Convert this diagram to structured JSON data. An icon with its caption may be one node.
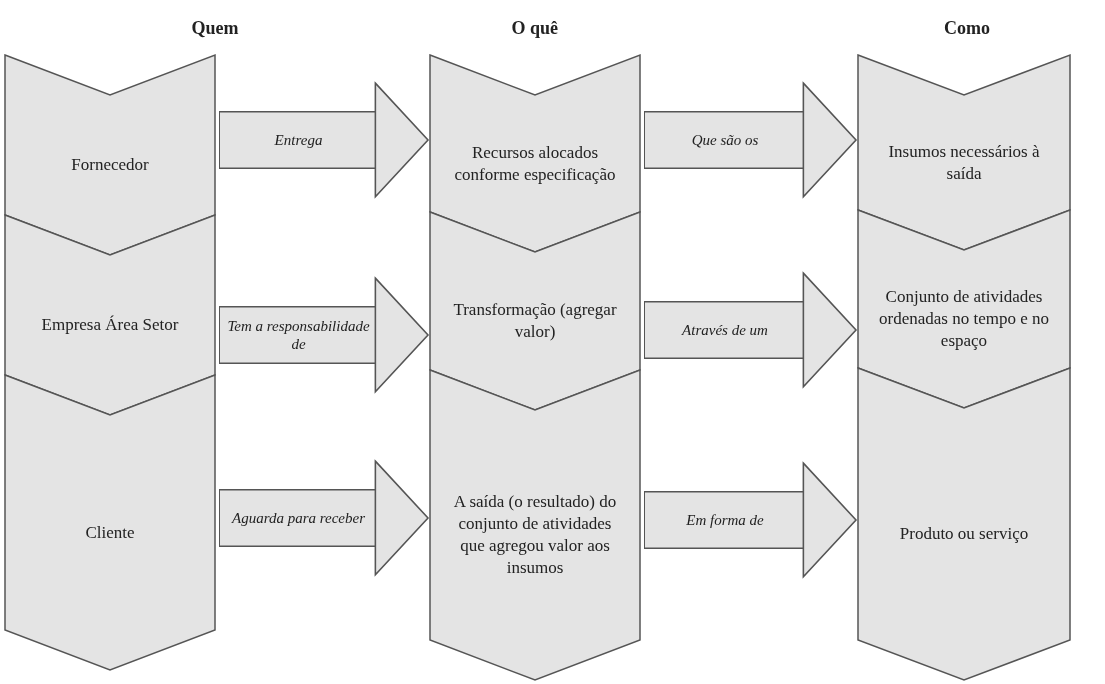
{
  "diagram": {
    "nodes": [
      {
        "text": [
          "Fornecedor"
        ]
      },
      {
        "text": [
          "Empresa Área Setor"
        ]
      },
      {
        "text": [
          "Cliente"
        ]
      },
      {
        "text": [
          "Recursos alocados conforme especificação"
        ]
      },
      {
        "text": [
          "Transformação (agregar valor)"
        ]
      },
      {
        "text": [
          "A saída (o resultado) do conjunto de atividades que agregou valor aos insumos"
        ]
      },
      {
        "text": [
          "Insumos necessários à saída"
        ]
      },
      {
        "text": [
          "Conjunto de atividades ordenadas no tempo e no espaço"
        ]
      },
      {
        "text": [
          "Produto ou serviço"
        ]
      }
    ],
    "edges": [
      {
        "from": 0,
        "to": 3,
        "arrow": "to",
        "label": "Entrega"
      },
      {
        "from": 3,
        "to": 6,
        "arrow": "to",
        "label": "Que são os"
      },
      {
        "from": 1,
        "to": 4,
        "arrow": "to",
        "label": "Tem a responsabilidade de"
      },
      {
        "from": 4,
        "to": 7,
        "arrow": "to",
        "label": "Através de um"
      },
      {
        "from": 2,
        "to": 5,
        "arrow": "to",
        "label": "Aguarda para receber"
      },
      {
        "from": 5,
        "to": 8,
        "arrow": "to",
        "label": "Em forma de"
      }
    ],
    "labels": [
      "Quem",
      "O quê",
      "Como"
    ]
  }
}
